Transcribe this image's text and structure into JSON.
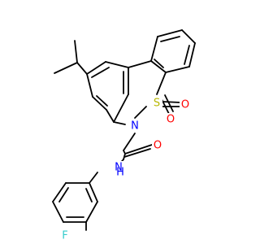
{
  "molecule": {
    "atoms": {
      "N": {
        "text": "N",
        "color": "#0000ff"
      },
      "S": {
        "text": "S",
        "color": "#b8b800"
      },
      "O1": {
        "text": "O",
        "color": "#ff0000"
      },
      "O2": {
        "text": "O",
        "color": "#ff0000"
      },
      "O3": {
        "text": "O",
        "color": "#ff0000"
      },
      "NH_N": {
        "text": "N",
        "color": "#0000ff"
      },
      "NH_H": {
        "text": "H",
        "color": "#0000ff"
      },
      "F": {
        "text": "F",
        "color": "#33cccc"
      }
    },
    "bond_color": "#000000",
    "background": "#ffffff"
  }
}
